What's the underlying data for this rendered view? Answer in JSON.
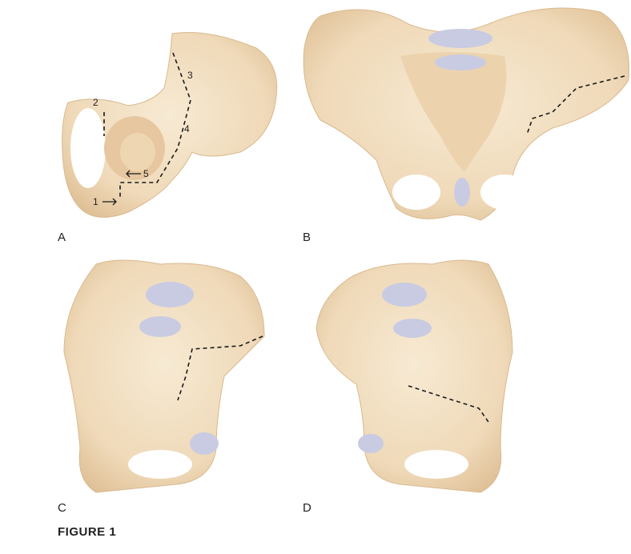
{
  "figure": {
    "caption": "FIGURE 1",
    "panels": [
      {
        "label": "A",
        "callouts": [
          "1",
          "2",
          "3",
          "4",
          "5"
        ]
      },
      {
        "label": "B"
      },
      {
        "label": "C"
      },
      {
        "label": "D"
      }
    ],
    "colors": {
      "bone": "#f1dfc2",
      "bone_shadow": "#e2c39c",
      "cartilage": "#c9cbe2",
      "dashed_line": "#1a1a1a"
    }
  }
}
